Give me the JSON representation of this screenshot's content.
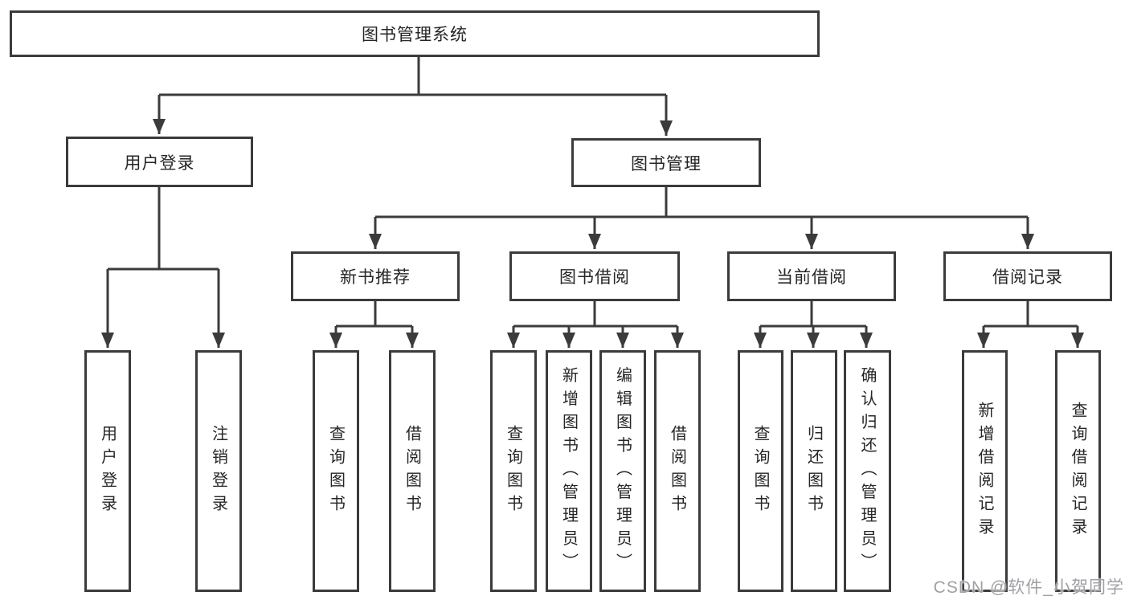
{
  "diagram": {
    "title": "图书管理系统",
    "colors": {
      "line": "#3b3b3b",
      "node_border": "#3b3b3b",
      "node_background": "#ffffff",
      "text": "#262626",
      "watermark_text": "#9fa0a4",
      "page_background": "#ffffff"
    },
    "tree": {
      "label": "图书管理系统",
      "children": [
        {
          "label": "用户登录",
          "children": [
            {
              "label": "用户登录"
            },
            {
              "label": "注销登录"
            }
          ]
        },
        {
          "label": "图书管理",
          "children": [
            {
              "label": "新书推荐",
              "children": [
                {
                  "label": "查询图书"
                },
                {
                  "label": "借阅图书"
                }
              ]
            },
            {
              "label": "图书借阅",
              "children": [
                {
                  "label": "查询图书"
                },
                {
                  "label": "新增图书（管理员）"
                },
                {
                  "label": "编辑图书（管理员）"
                },
                {
                  "label": "借阅图书"
                }
              ]
            },
            {
              "label": "当前借阅",
              "children": [
                {
                  "label": "查询图书"
                },
                {
                  "label": "归还图书"
                },
                {
                  "label": "确认归还（管理员）"
                }
              ]
            },
            {
              "label": "借阅记录",
              "children": [
                {
                  "label": "新增借阅记录"
                },
                {
                  "label": "查询借阅记录"
                }
              ]
            }
          ]
        }
      ]
    }
  },
  "watermark": {
    "text": "CSDN @软件_小贺同学"
  }
}
